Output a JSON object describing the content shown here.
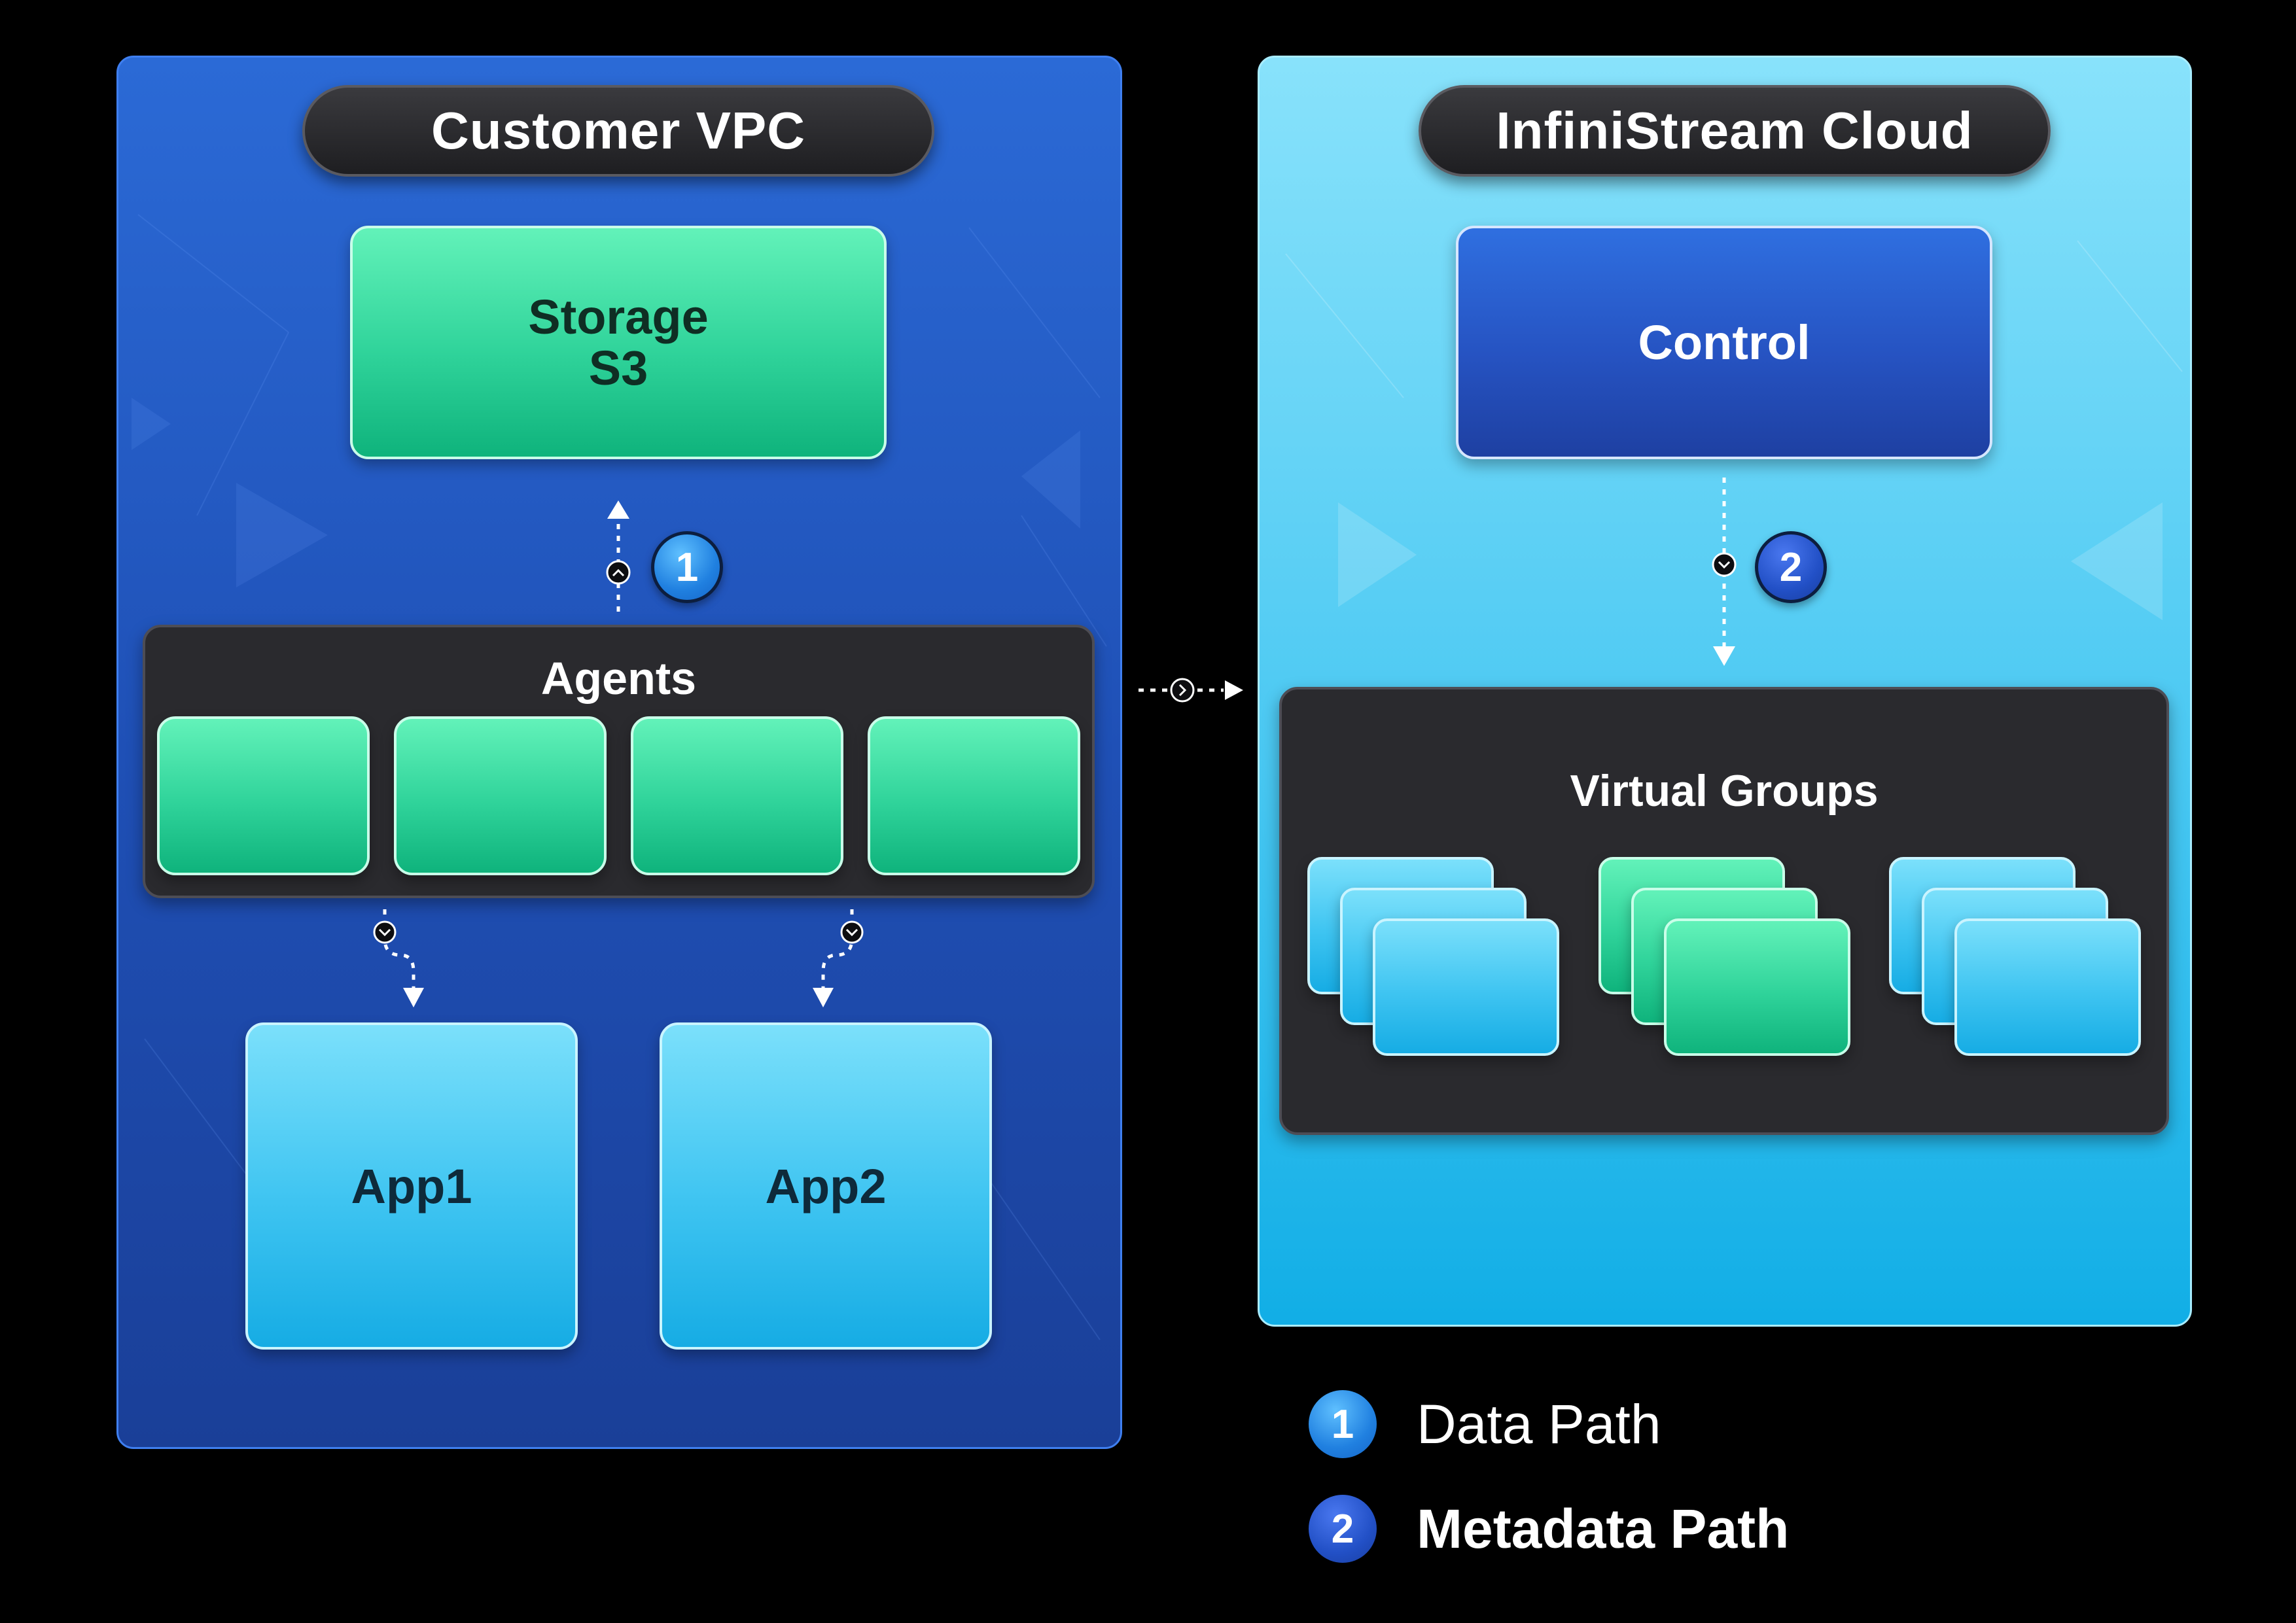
{
  "left_panel": {
    "title": "Customer VPC",
    "storage": {
      "line1": "Storage",
      "line2": "S3"
    },
    "agents_label": "Agents",
    "apps": [
      "App1",
      "App2"
    ],
    "badge": "1"
  },
  "right_panel": {
    "title": "InfiniStream Cloud",
    "control_label": "Control",
    "virtual_groups_label": "Virtual Groups",
    "badge": "2"
  },
  "legend": [
    {
      "number": "1",
      "label": "Data Path"
    },
    {
      "number": "2",
      "label": "Metadata Path"
    }
  ],
  "colors": {
    "background": "#000000",
    "left_panel": "#2258c6",
    "right_panel": "#4ac8f2",
    "green": "#2fd39a",
    "light_blue": "#3ec4f1",
    "dark_container": "#2a2a2e",
    "pill": "#2a2a2e"
  }
}
